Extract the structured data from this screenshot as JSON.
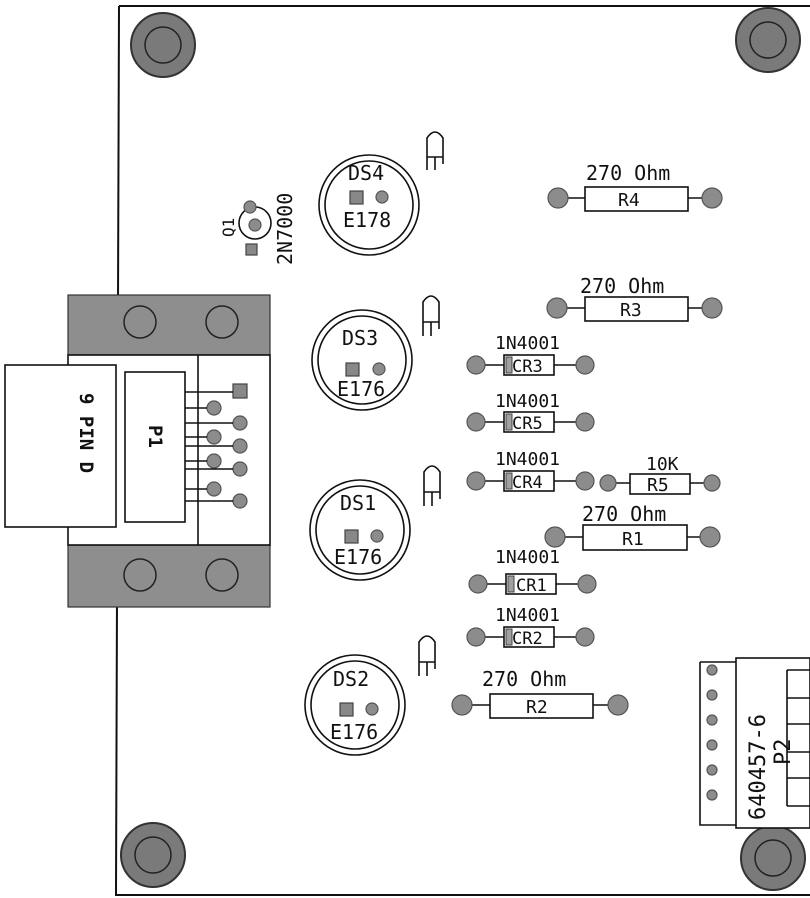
{
  "board": {
    "leds": [
      {
        "ref": "DS4",
        "value": "E178"
      },
      {
        "ref": "DS3",
        "value": "E176"
      },
      {
        "ref": "DS1",
        "value": "E176"
      },
      {
        "ref": "DS2",
        "value": "E176"
      }
    ],
    "resistors": [
      {
        "ref": "R4",
        "value": "270 Ohm"
      },
      {
        "ref": "R3",
        "value": "270 Ohm"
      },
      {
        "ref": "R5",
        "value": "10K"
      },
      {
        "ref": "R1",
        "value": "270 Ohm"
      },
      {
        "ref": "R2",
        "value": "270 Ohm"
      }
    ],
    "diodes": [
      {
        "ref": "CR3",
        "value": "1N4001"
      },
      {
        "ref": "CR5",
        "value": "1N4001"
      },
      {
        "ref": "CR4",
        "value": "1N4001"
      },
      {
        "ref": "CR1",
        "value": "1N4001"
      },
      {
        "ref": "CR2",
        "value": "1N4001"
      }
    ],
    "transistor": {
      "ref": "Q1",
      "value": "2N7000"
    },
    "connector_p1": {
      "ref": "P1",
      "value": "9 PIN D"
    },
    "connector_p2": {
      "ref": "P2",
      "value": "640457-6"
    }
  }
}
